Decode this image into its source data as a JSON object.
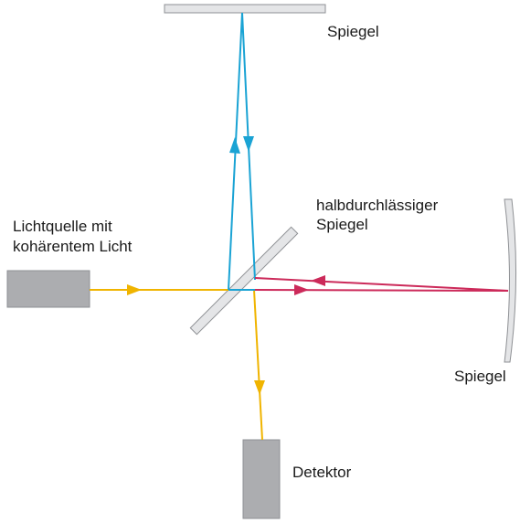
{
  "labels": {
    "top_mirror": "Spiegel",
    "beam_splitter_line1": "halbdurchlässiger",
    "beam_splitter_line2": "Spiegel",
    "source_line1": "Lichtquelle mit",
    "source_line2": "kohärentem Licht",
    "right_mirror": "Spiegel",
    "detector": "Detektor"
  },
  "colors": {
    "source_beam": "#f0b400",
    "vertical_arm_beam": "#1aa3d4",
    "horizontal_arm_beam": "#cc2a5a",
    "component_fill": "#acadb0",
    "mirror_fill": "#e4e5e7",
    "mirror_stroke": "#8e9094",
    "text": "#1a1a1a"
  },
  "components": [
    "light-source",
    "beam-splitter",
    "top-mirror",
    "right-mirror",
    "detector"
  ]
}
